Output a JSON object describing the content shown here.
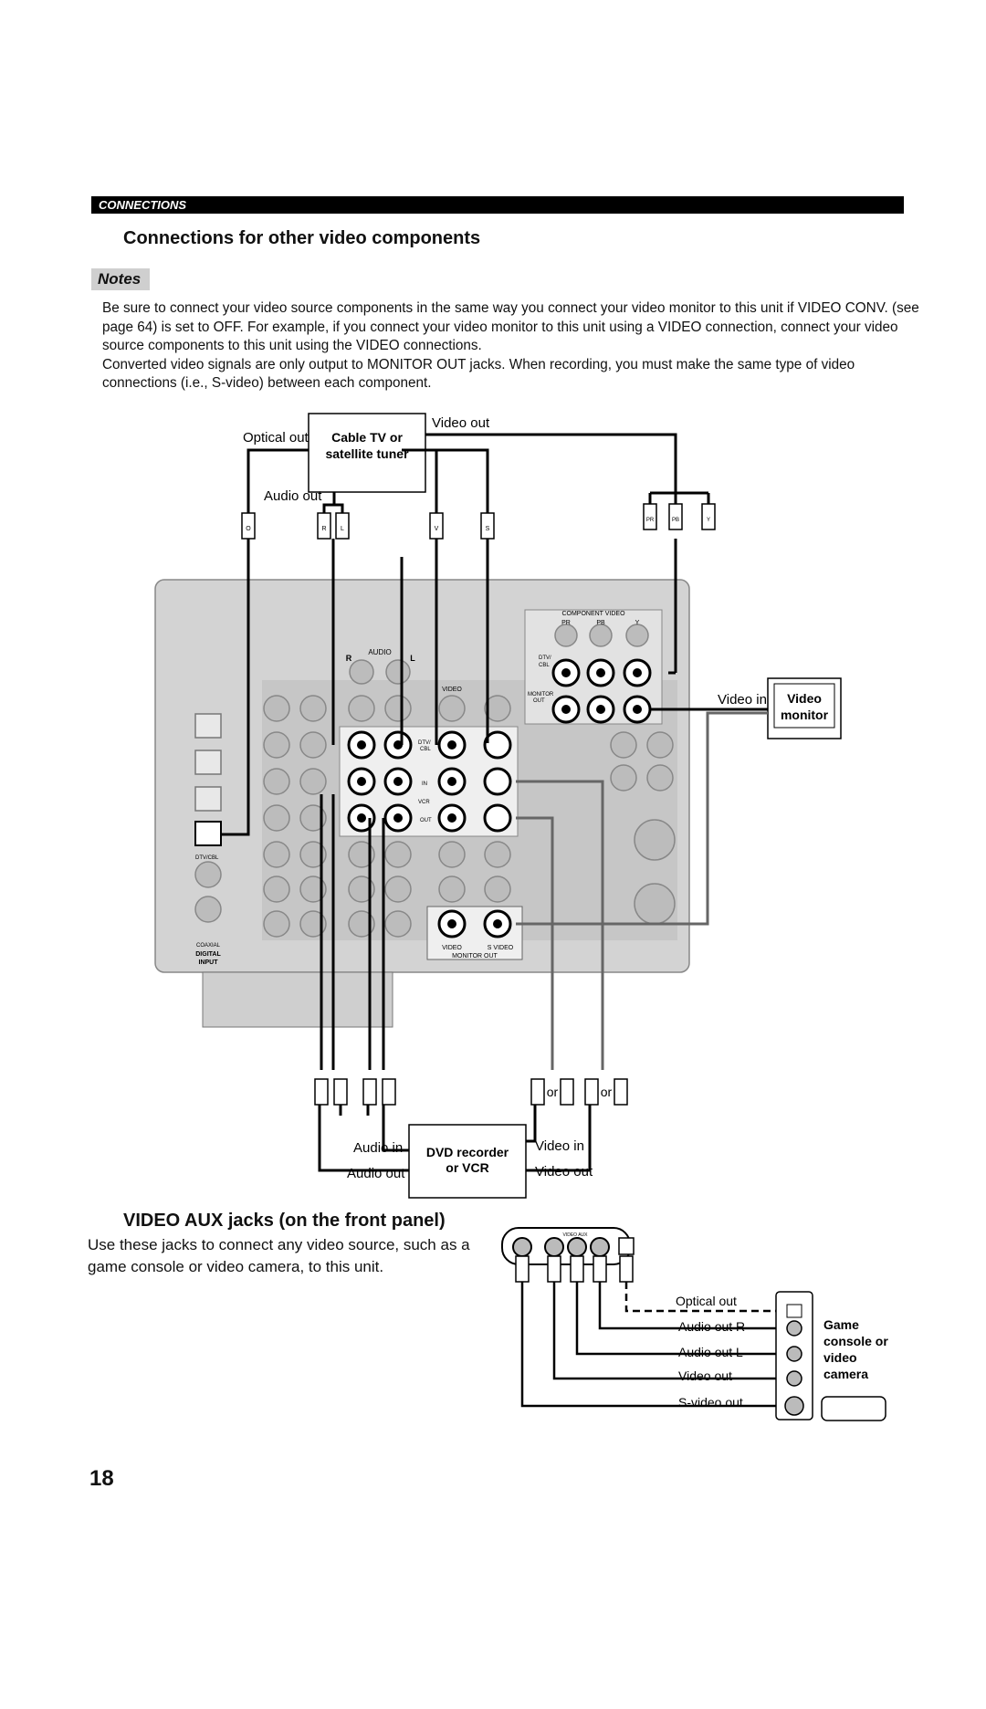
{
  "header": {
    "section": "CONNECTIONS",
    "title": "Connections for other video components"
  },
  "notes": {
    "tag": "Notes",
    "lines": [
      "Be sure to connect your video source components in the same way you connect your video monitor to this unit if VIDEO CONV. (see",
      "page 64) is set to OFF. For example, if you connect your video monitor to this unit using a VIDEO connection, connect your video",
      "source components to this unit using the VIDEO connections.",
      "Converted video signals are only output to MONITOR OUT jacks. When recording, you must make the same type of video",
      "connections (i.e., S-video) between each component."
    ]
  },
  "diagram": {
    "cable_tv": "Cable TV or\nsatellite tuner",
    "cable_tv_line1": "Cable TV or",
    "cable_tv_line2": "satellite tuner",
    "optical_out": "Optical out",
    "audio_out": "Audio out",
    "video_out": "Video out",
    "video_in_monitor": "Video in",
    "video_monitor_line1": "Video",
    "video_monitor_line2": "monitor",
    "component_video": "COMPONENT VIDEO",
    "pr": "PR",
    "pb": "PB",
    "y": "Y",
    "audio": "AUDIO",
    "audio_r": "R",
    "audio_l": "L",
    "video": "VIDEO",
    "dtv_cbl": "DTV/\nCBL",
    "dtv_label_line1": "DTV/",
    "dtv_label_line2": "CBL",
    "monitor_out_small": "MONITOR\nOUT",
    "monitor_small_1": "MONITOR",
    "monitor_small_2": "OUT",
    "in": "IN",
    "vcr": "VCR",
    "out": "OUT",
    "dtvcbl_digital": "DTV/CBL",
    "coaxial": "COAXIAL",
    "digital_input_1": "DIGITAL",
    "digital_input_2": "INPUT",
    "video_mo": "VIDEO",
    "svideo_mo": "S VIDEO",
    "monitor_out": "MONITOR OUT",
    "plug_o": "O",
    "plug_r": "R",
    "plug_l": "L",
    "plug_v": "V",
    "plug_s": "S",
    "plug_pr": "PR",
    "plug_pb": "PB",
    "plug_y": "Y",
    "or": "or",
    "dvd_line1": "DVD recorder",
    "dvd_line2": "or VCR",
    "audio_in": "Audio in",
    "audio_out_dvd": "Audio out",
    "video_in_dvd": "Video in",
    "video_out_dvd": "Video out"
  },
  "aux": {
    "title": "VIDEO AUX jacks (on the front panel)",
    "line1": "Use these jacks to connect any video source, such as a",
    "line2": "game console or video camera, to this unit.",
    "panel_label": "VIDEO AUX",
    "optical_out": "Optical out",
    "audio_out_r": "Audio out R",
    "audio_out_l": "Audio out L",
    "video_out": "Video out",
    "svideo_out": "S-video out",
    "game1": "Game",
    "game2": "console or",
    "game3": "video",
    "game4": "camera"
  },
  "page_number": "18"
}
